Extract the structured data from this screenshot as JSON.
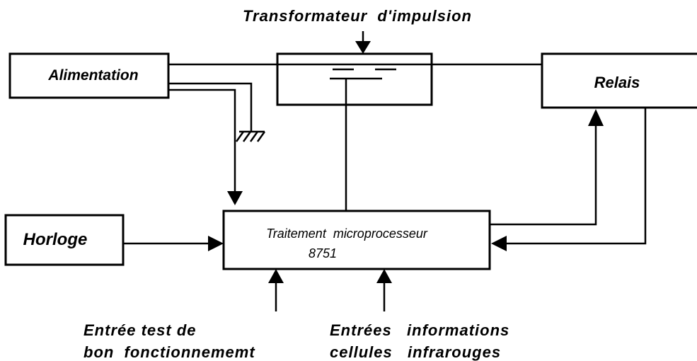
{
  "title": "Transformateur  d'impulsion",
  "blocks": {
    "alimentation": "Alimentation",
    "relais": "Relais",
    "horloge": "Horloge",
    "traitement_line1": "Traitement  microprocesseur",
    "traitement_line2": "8751"
  },
  "inputs": {
    "test_line1": "Entrée test de",
    "test_line2": "bon  fonctionnememt",
    "ir_line1": "Entrées   informations",
    "ir_line2": "cellules   infrarouges"
  }
}
